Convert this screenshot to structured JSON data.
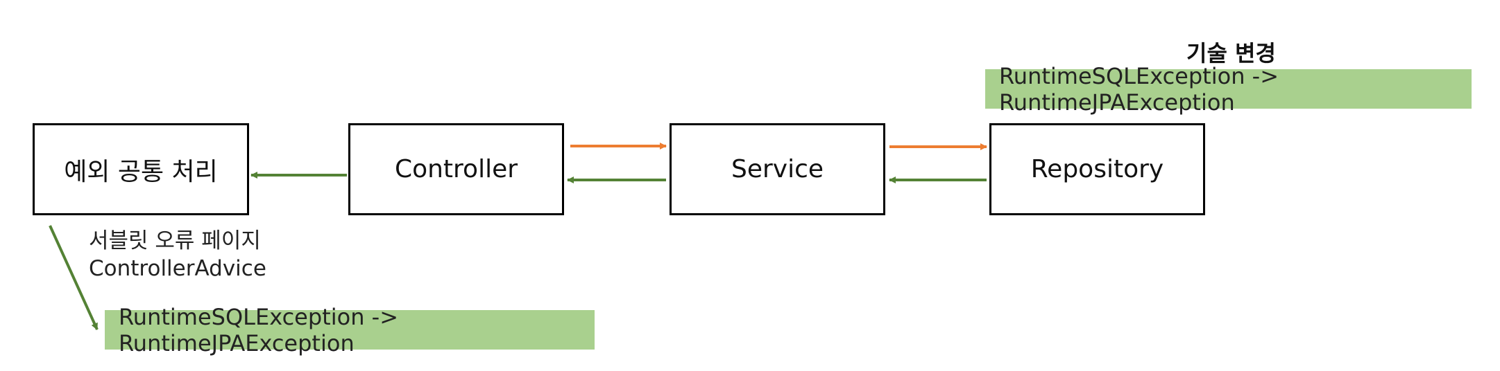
{
  "title": "기술 변경",
  "nodes": {
    "exception": "예외 공통 처리",
    "controller": "Controller",
    "service": "Service",
    "repository": "Repository"
  },
  "note": {
    "line1": "서블릿 오류 페이지",
    "line2": "ControllerAdvice"
  },
  "top_change": "RuntimeSQLException -> RuntimeJPAException",
  "bottom_change": "RuntimeSQLException -> RuntimeJPAException",
  "colors": {
    "highlight_green": "#a9d08e",
    "forward_arrow": "#ed7d31",
    "return_arrow": "#548235"
  }
}
